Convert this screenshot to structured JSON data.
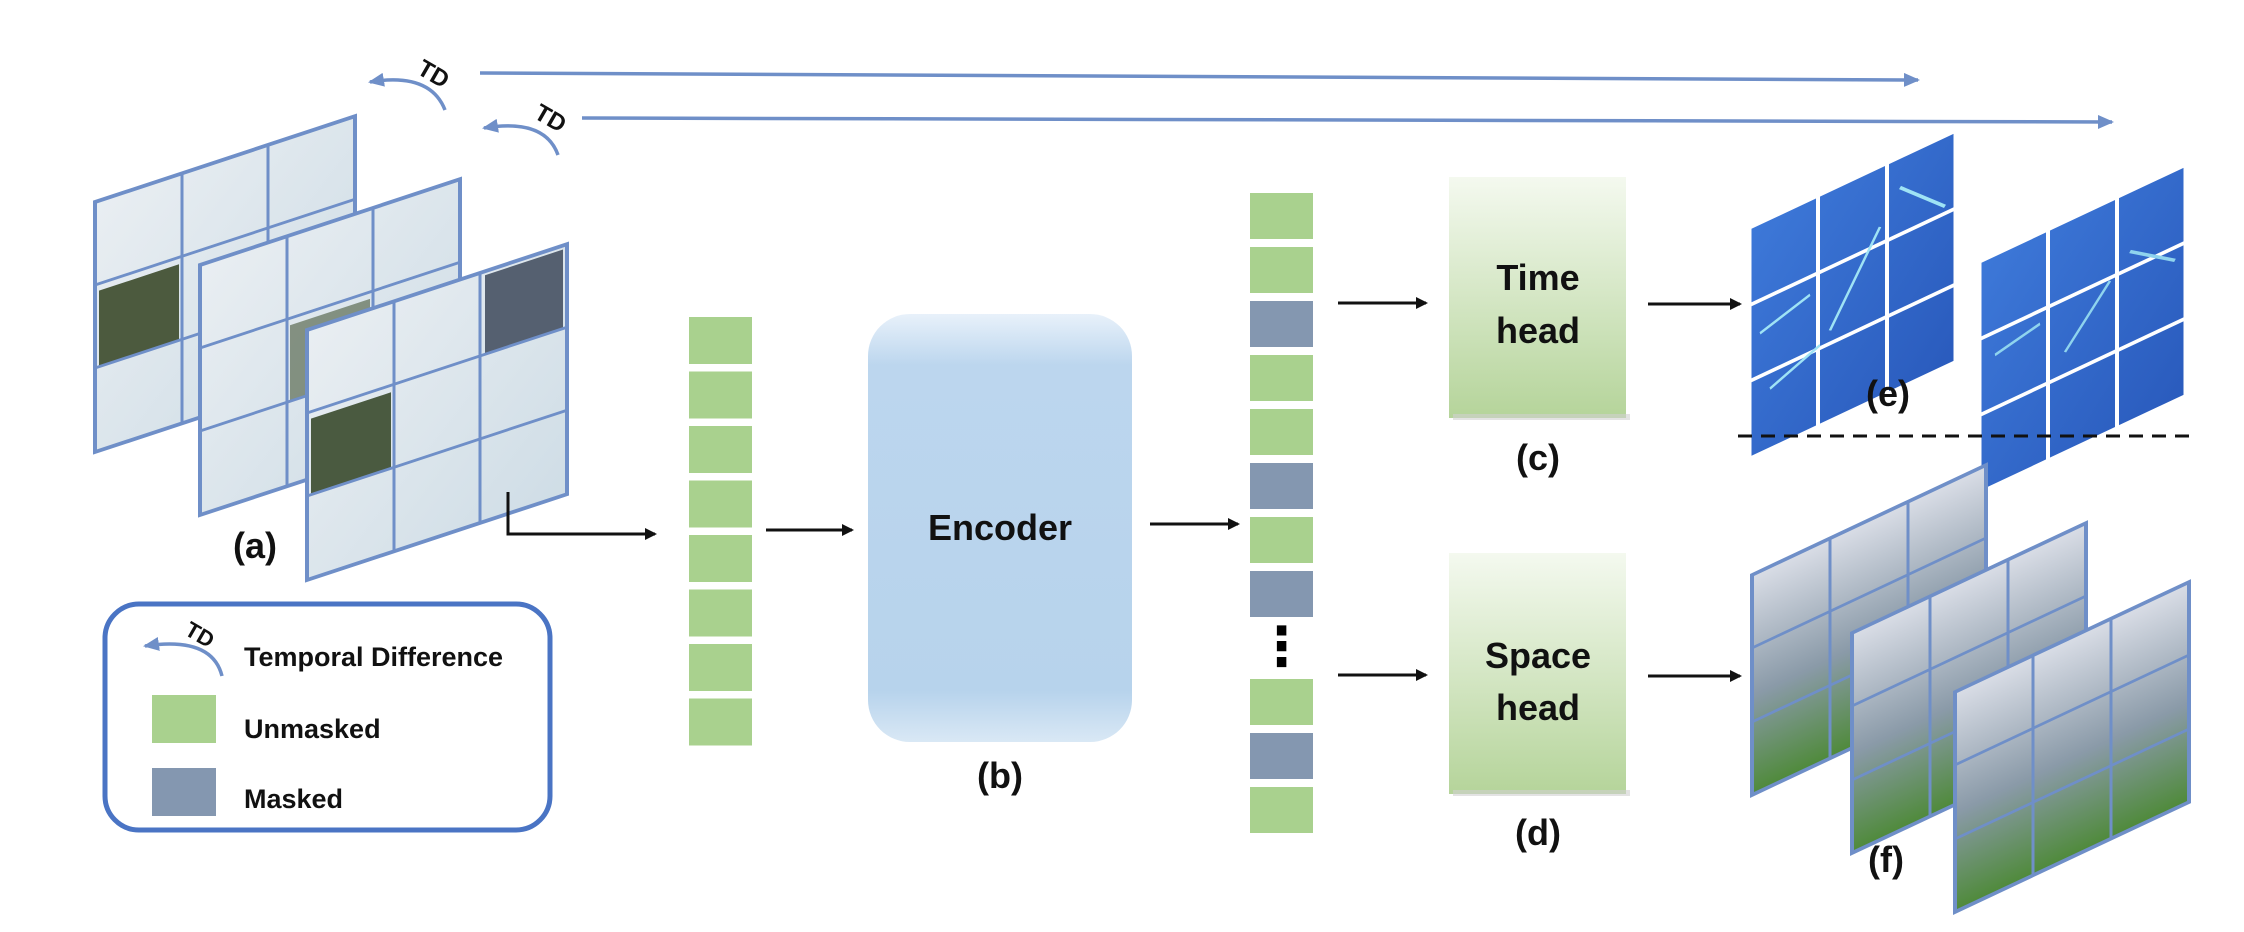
{
  "labels": {
    "a": "(a)",
    "b": "(b)",
    "c": "(c)",
    "d": "(d)",
    "e": "(e)",
    "f": "(f)"
  },
  "encoder": {
    "label": "Encoder"
  },
  "time_head": {
    "line1": "Time",
    "line2": "head"
  },
  "space_head": {
    "line1": "Space",
    "line2": "head"
  },
  "td_tag": "TD",
  "legend": {
    "td_label": "Temporal Difference",
    "unmasked_label": "Unmasked",
    "masked_label": "Masked"
  },
  "tokens": {
    "input": [
      "unmasked",
      "unmasked",
      "unmasked",
      "unmasked",
      "unmasked",
      "unmasked",
      "unmasked",
      "unmasked"
    ],
    "output": [
      "unmasked",
      "unmasked",
      "masked",
      "unmasked",
      "unmasked",
      "masked",
      "unmasked",
      "masked",
      "ellipsis",
      "unmasked",
      "masked",
      "unmasked"
    ]
  },
  "ellipsis": "⋮",
  "colors": {
    "unmasked": "#a9d18e",
    "masked": "#8497b0",
    "frame_border": "#6f8fc8",
    "encoder_top": "#d6e4f3",
    "encoder_body": "#b7d3ec",
    "head_top": "#eef5e6",
    "head_bottom": "#b9d6a0",
    "td_map": "#2e64c8"
  }
}
